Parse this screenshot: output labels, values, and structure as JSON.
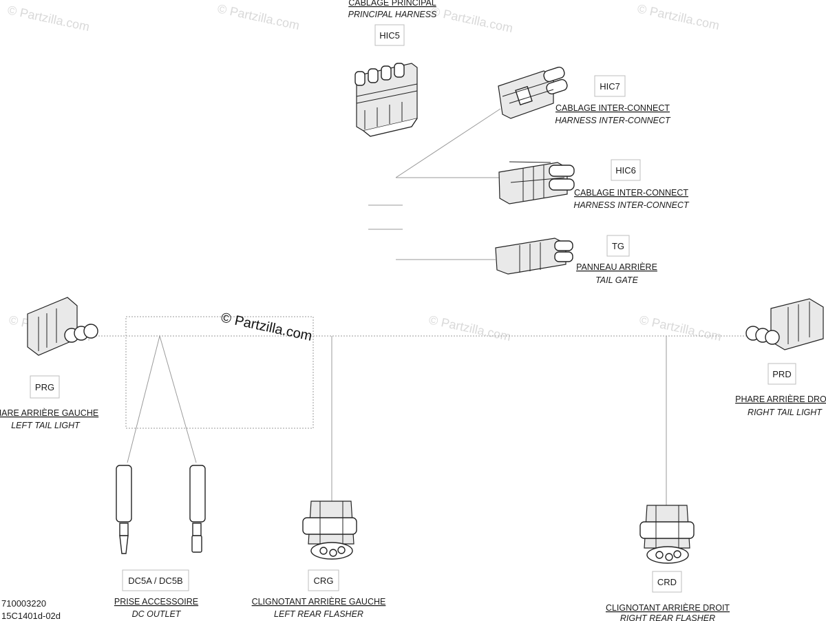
{
  "watermarks": {
    "faint": "© Partzilla.com",
    "center": "© Partzilla.com"
  },
  "connectors": [
    {
      "id": "hic5",
      "code": "HIC5",
      "fr": "CABLAGE PRINCIPAL",
      "en": "PRINCIPAL HARNESS",
      "icon": "four-pin-connector-icon"
    },
    {
      "id": "hic7",
      "code": "HIC7",
      "fr": "CABLAGE INTER-CONNECT",
      "en": "HARNESS INTER-CONNECT",
      "icon": "two-pin-connector-icon"
    },
    {
      "id": "hic6",
      "code": "HIC6",
      "fr": "CABLAGE INTER-CONNECT",
      "en": "HARNESS INTER-CONNECT",
      "icon": "two-pin-connector-icon"
    },
    {
      "id": "tg",
      "code": "TG",
      "fr": "PANNEAU ARRIÈRE",
      "en": "TAIL GATE",
      "icon": "two-pin-connector-icon"
    },
    {
      "id": "prg",
      "code": "PRG",
      "fr": "PHARE ARRIÈRE GAUCHE",
      "en": "LEFT TAIL LIGHT",
      "icon": "three-pin-connector-icon"
    },
    {
      "id": "prd",
      "code": "PRD",
      "fr": "PHARE ARRIÈRE DROIT",
      "en": "RIGHT TAIL LIGHT",
      "icon": "three-pin-connector-icon"
    },
    {
      "id": "dc5",
      "code": "DC5A / DC5B",
      "fr": "PRISE ACCESSOIRE",
      "en": "DC OUTLET",
      "icon": "bullet-terminal-icon"
    },
    {
      "id": "crg",
      "code": "CRG",
      "fr": "CLIGNOTANT ARRIÈRE GAUCHE",
      "en": "LEFT REAR FLASHER",
      "icon": "round-connector-icon"
    },
    {
      "id": "crd",
      "code": "CRD",
      "fr": "CLIGNOTANT ARRIÈRE DROIT",
      "en": "RIGHT REAR FLASHER",
      "icon": "round-connector-icon"
    }
  ],
  "references": {
    "part_number": "710003220",
    "drawing_id": "15C1401d-02d"
  }
}
